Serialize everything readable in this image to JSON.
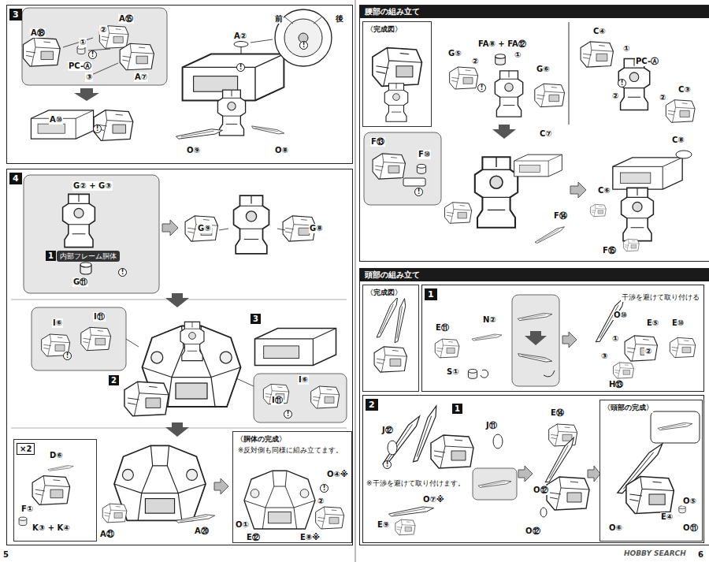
{
  "diagram": {
    "nodes": [
      {
        "text": [
          "3"
        ]
      },
      {
        "text": [
          "4"
        ]
      },
      {
        "text": [
          "×2"
        ],
        "in": 1
      },
      {
        "text": [
          "〈胴体の完成〉",
          "※反対側も同様に組み立てます。"
        ],
        "in": 1
      },
      {
        "text": [
          "腰部の組み立て"
        ]
      },
      {
        "text": [
          "〈完成図〉"
        ],
        "in": 4
      },
      {
        "text": [
          "頭部の組み立て"
        ]
      },
      {
        "text": [
          "〈完成図〉"
        ],
        "in": 6
      },
      {
        "text": [
          "1"
        ],
        "in": 6
      },
      {
        "text": [
          "2"
        ],
        "in": 6
      },
      {
        "text": [
          "〈頭部の完成〉"
        ],
        "in": 9
      }
    ],
    "labels": [
      "A⑱",
      "A⑮",
      "②",
      "①",
      "!",
      "PC-Ⓐ",
      "③",
      "A⑦",
      "A⑩",
      "!",
      "A②",
      "前",
      "後",
      "!",
      "!",
      "O⑨",
      "O⑧",
      "G② + G③",
      "1",
      "内部フレーム胴体",
      "!",
      "G⑪",
      "G⑨",
      "G⑧",
      "I⑥",
      "I⑪",
      "!",
      "3",
      "2",
      "I⑥",
      "I⑪",
      "!",
      "D⑥",
      "F①",
      "K③ + K④",
      "A㉑",
      "A⑳",
      "O④※",
      "!",
      "②",
      "O①",
      "E⑫",
      "E⑧※",
      "5",
      "G⑤",
      "②",
      "FA⑧ + FA⑫",
      "①",
      "G⑥",
      "!",
      "C④",
      "PC-Ⓐ",
      "①",
      "!",
      "②",
      "②",
      "C③",
      "F⑬",
      "F⑩",
      "!",
      "C⑦",
      "F⑭",
      "C⑧",
      "C⑥",
      "F⑮",
      "E⑪",
      "N②",
      "S①",
      "干渉を避けて取り付ける",
      "O⑩",
      "①",
      "E⑤",
      "E⑩",
      "②",
      "③",
      "H⑬",
      "1",
      "J⑪",
      "J⑫",
      "!",
      "※干渉を避けて取り付けます。",
      "O⑦※",
      "E⑨",
      "E⑭",
      "O⑫",
      "O⑫",
      "O⑤",
      "O⑥",
      "E④",
      "O⑪",
      "6",
      "HOBBY SEARCH"
    ]
  }
}
